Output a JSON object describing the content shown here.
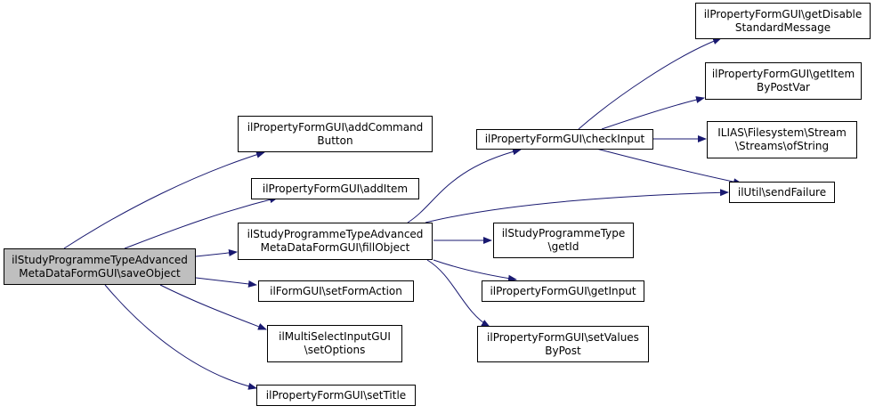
{
  "colors": {
    "edge": "#191970",
    "root_fill": "#bfbfbf",
    "node_fill": "#ffffff",
    "border": "#000000"
  },
  "nodes": {
    "root": "ilStudyProgrammeTypeAdvanced\nMetaDataFormGUI\\saveObject",
    "add_command_button": "ilPropertyFormGUI\\addCommand\nButton",
    "add_item": "ilPropertyFormGUI\\addItem",
    "fill_object": "ilStudyProgrammeTypeAdvanced\nMetaDataFormGUI\\fillObject",
    "set_form_action": "ilFormGUI\\setFormAction",
    "set_options": "ilMultiSelectInputGUI\n\\setOptions",
    "set_title": "ilPropertyFormGUI\\setTitle",
    "check_input": "ilPropertyFormGUI\\checkInput",
    "get_id": "ilStudyProgrammeType\n\\getId",
    "get_input": "ilPropertyFormGUI\\getInput",
    "set_values_by_post": "ilPropertyFormGUI\\setValues\nByPost",
    "get_disable_standard_message": "ilPropertyFormGUI\\getDisable\nStandardMessage",
    "get_item_by_post_var": "ilPropertyFormGUI\\getItem\nByPostVar",
    "streams_of_string": "ILIAS\\Filesystem\\Stream\n\\Streams\\ofString",
    "send_failure": "ilUtil\\sendFailure"
  }
}
